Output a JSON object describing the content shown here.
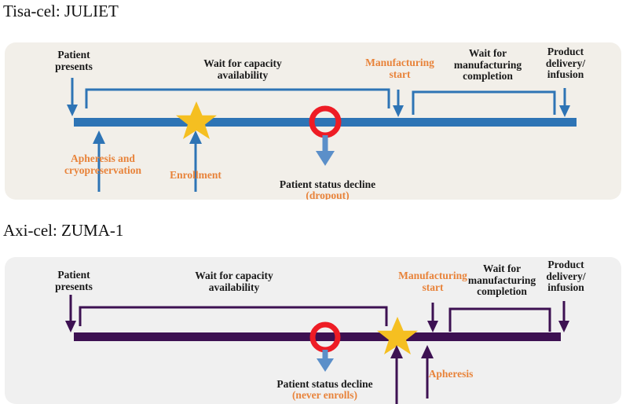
{
  "figure": {
    "type": "process-timeline-diagram",
    "panel_count": 2
  },
  "colors": {
    "panel1_bg": "#f2efe9",
    "panel2_bg": "#f0f0f0",
    "timeline_blue": "#2e74b5",
    "timeline_purple": "#3d1152",
    "star_gold": "#f5bf21",
    "circle_red": "#ee1c25",
    "label_black": "#1a1a1a",
    "label_orange": "#e8833a",
    "title_black": "#111111"
  },
  "panels": [
    {
      "id": "tisa-cel",
      "title": "Tisa-cel: JULIET",
      "accent": "#2e74b5",
      "background": "#f2efe9",
      "top_labels": [
        {
          "name": "patient-presents",
          "text": "Patient\npresents",
          "color": "black"
        },
        {
          "name": "wait-for-capacity-availability",
          "text": "Wait for capacity\navailability",
          "color": "black"
        },
        {
          "name": "manufacturing-start",
          "text": "Manufacturing\nstart",
          "color": "orange"
        },
        {
          "name": "wait-for-manufacturing-completion",
          "text": "Wait for\nmanufacturing\ncompletion",
          "color": "black"
        },
        {
          "name": "product-delivery-infusion",
          "text": "Product\ndelivery/\ninfusion",
          "color": "black"
        }
      ],
      "bottom_labels": [
        {
          "name": "apheresis-and-cryopreservation",
          "text": "Apheresis and\ncryopreservation",
          "color": "orange"
        },
        {
          "name": "enrollment",
          "text": "Enrollment",
          "color": "orange"
        },
        {
          "name": "patient-status-decline",
          "text": "Patient status decline",
          "sub_text": "(dropout)",
          "color": "black",
          "sub_color": "orange"
        }
      ],
      "markers": {
        "star": "Enrollment",
        "circle": "Patient status decline (dropout)"
      }
    },
    {
      "id": "axi-cel",
      "title": "Axi-cel: ZUMA-1",
      "accent": "#3d1152",
      "background": "#f0f0f0",
      "top_labels": [
        {
          "name": "patient-presents",
          "text": "Patient\npresents",
          "color": "black"
        },
        {
          "name": "wait-for-capacity-availability",
          "text": "Wait for capacity\navailability",
          "color": "black"
        },
        {
          "name": "manufacturing-start",
          "text": "Manufacturing\nstart",
          "color": "orange"
        },
        {
          "name": "wait-for-manufacturing-completion",
          "text": "Wait for\nmanufacturing\ncompletion",
          "color": "black"
        },
        {
          "name": "product-delivery-infusion",
          "text": "Product\ndelivery/\ninfusion",
          "color": "black"
        }
      ],
      "bottom_labels": [
        {
          "name": "patient-status-decline",
          "text": "Patient status decline",
          "sub_text": "(never enrolls)",
          "color": "black",
          "sub_color": "orange"
        },
        {
          "name": "apheresis",
          "text": "Apheresis",
          "color": "orange"
        }
      ],
      "markers": {
        "star": "Enrollment",
        "circle": "Patient status decline (never enrolls)"
      }
    }
  ]
}
